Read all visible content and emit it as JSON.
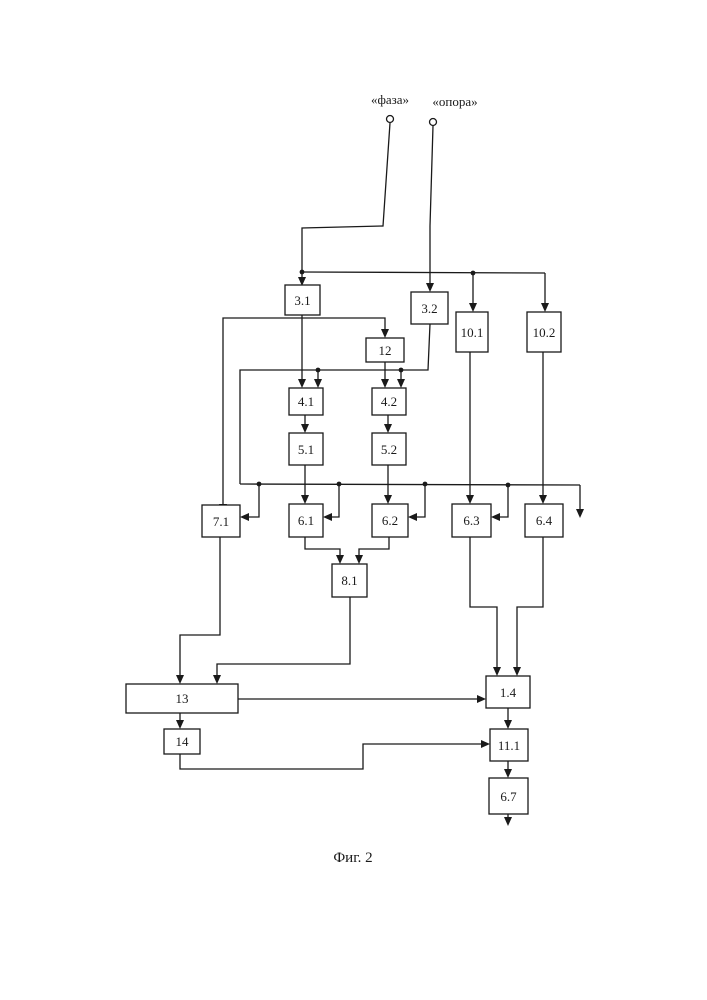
{
  "inputs": {
    "phase": "«фаза»",
    "reference": "«опора»"
  },
  "blocks": {
    "b3_1": "3.1",
    "b3_2": "3.2",
    "b10_1": "10.1",
    "b10_2": "10.2",
    "b12": "12",
    "b4_1": "4.1",
    "b4_2": "4.2",
    "b5_1": "5.1",
    "b5_2": "5.2",
    "b7_1": "7.1",
    "b6_1": "6.1",
    "b6_2": "6.2",
    "b6_3": "6.3",
    "b6_4": "6.4",
    "b8_1": "8.1",
    "b13": "13",
    "b1_4": "1.4",
    "b14": "14",
    "b11_1": "11.1",
    "b6_7": "6.7"
  },
  "caption": "Фиг. 2"
}
